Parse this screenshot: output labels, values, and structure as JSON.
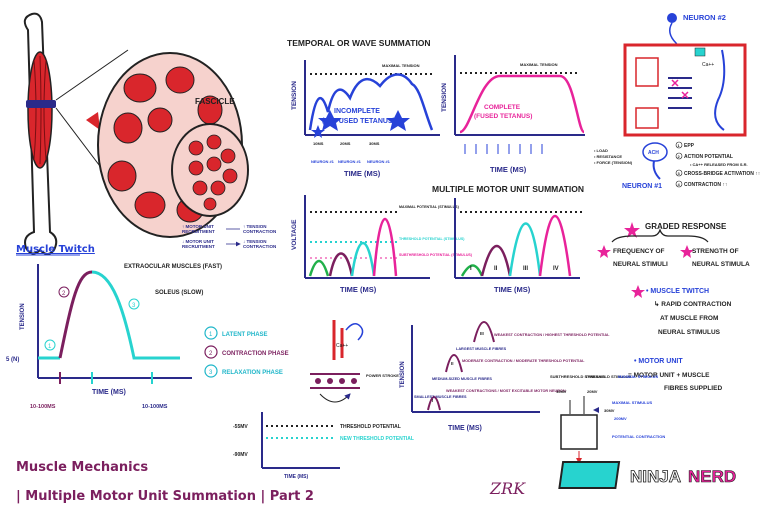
{
  "fascicle": {
    "label": "Fascicle"
  },
  "muscle_twitch": {
    "title": "Muscle Twitch",
    "y_axis": "Tension",
    "x_axis": "Time (ms)",
    "y_marker": "5 (N)",
    "latency": "10-100ms",
    "relax_time": "10-100ms",
    "fast_label": "Extraocular Muscles (Fast)",
    "slow_label": "Soleus (Slow)",
    "phase_nums": [
      "1",
      "2",
      "3"
    ],
    "legend": [
      {
        "num": "1",
        "label": "Latent Phase",
        "color": "#1fb6c9"
      },
      {
        "num": "2",
        "label": "Contraction Phase",
        "color": "#7b1f5e"
      },
      {
        "num": "3",
        "label": "Relaxation Phase",
        "color": "#1fb6c9"
      }
    ]
  },
  "recruitment": {
    "line1a": "↑ Motor unit",
    "line1b": "recruitment",
    "line1c": "↑ Tension",
    "line1d": "contraction",
    "line2a": "↓ Motor unit",
    "line2b": "recruitment",
    "line2c": "↓ Tension",
    "line2d": "contraction"
  },
  "temporal": {
    "title": "Temporal or Wave Summation",
    "maximal": "Maximal Tension",
    "incomplete_line1": "Incomplete",
    "incomplete_line2": "(Unfused Tetanus)",
    "complete_line1": "Complete",
    "complete_line2": "(Fused Tetanus)",
    "y_axis": "Tension",
    "x_axis": "Time (ms)",
    "stim_times": [
      "10ms",
      "20ms",
      "30ms"
    ],
    "neurons": [
      "Neuron #1",
      "Neuron #1",
      "Neuron #1"
    ]
  },
  "voltage": {
    "y_axis": "Voltage",
    "x_axis": "Time (ms)",
    "maximal": "Maximal Potential (Stimulus)",
    "threshold": "Threshold Potential (Stimulus)",
    "subthreshold": "Subthreshold Potential (Stimulus)"
  },
  "multiple": {
    "title": "Multiple Motor Unit Summation",
    "x_axis": "Time (ms)",
    "peaks": [
      "I",
      "II",
      "III",
      "IV"
    ]
  },
  "nmj": {
    "neuron2": "Neuron #2",
    "neuron1": "Neuron #1",
    "ach": "ACh",
    "ca": "Ca++",
    "load_items": [
      "• Load",
      "• Resistance",
      "• Force (Tension)"
    ],
    "steps": [
      {
        "num": "1",
        "label": "EPP"
      },
      {
        "num": "2",
        "label": "Action potential"
      },
      {
        "num": "",
        "label": "• Ca++ released from S.R."
      },
      {
        "num": "3",
        "label": "Cross-bridge activation ↑↑"
      },
      {
        "num": "4",
        "label": "Contraction ↑↑"
      }
    ]
  },
  "graded": {
    "title": "Graded Response",
    "frequency_line1": "Frequency of",
    "frequency_line2": "neural stimuli",
    "strength_line1": "Strength of",
    "strength_line2": "neural stimula",
    "twitch_title": "• Muscle Twitch",
    "twitch_desc_line1": "↳ Rapid contraction",
    "twitch_desc_line2": "at muscle from",
    "twitch_desc_line3": "neural stimulus",
    "motor_unit_title": "• Motor Unit",
    "motor_unit_eq_line1": "= motor unit + muscle",
    "motor_unit_eq_line2": "fibres supplied"
  },
  "sarcomere": {
    "ca": "Ca++",
    "power_stroke": "Power Stroke"
  },
  "threshold_graph": {
    "mv1": "-55mV",
    "mv2": "-90mV",
    "threshold": "Threshold Potential",
    "new_threshold": "New Threshold Potential",
    "x_axis": "Time (ms)"
  },
  "recruit_graph": {
    "y_axis": "Tension",
    "x_axis": "Time (ms)",
    "largest": "Largest muscle fibres",
    "largest_note": "Weakest contraction / highest threshold potential",
    "medium": "Medium-sized muscle fibres",
    "medium_note": "Moderate contraction / moderate threshold potential",
    "smallest": "Smallest muscle fibres",
    "smallest_note": "Weakest contractions / most excitable motor neuron",
    "labels": [
      "I",
      "II",
      "III"
    ]
  },
  "stimulus_box": {
    "sub": "Subthreshold Stimulus",
    "threshold": "Threshold Stimulus",
    "maximal": "Maximal Stimulus",
    "maximal2": "Maximal Stimulus",
    "sub_val": "10mV",
    "threshold_val": "20mV",
    "max_val": "30mV",
    "max2_val": "200mV",
    "potential": "Potential contraction",
    "contraction": "↑° contraction"
  },
  "footer": {
    "title1": "Muscle Mechanics",
    "title2": "| Multiple Motor Unit Summation | Part 2",
    "signature": "ZRK",
    "brand1": "NINJA",
    "brand2": "NERD"
  },
  "colors": {
    "magenta": "#e8239a",
    "teal": "#27d3cf",
    "purple": "#7b1f5e",
    "navy": "#2a2a8a",
    "blue": "#2742d8",
    "red": "#d9262c",
    "green": "#21b04a"
  }
}
